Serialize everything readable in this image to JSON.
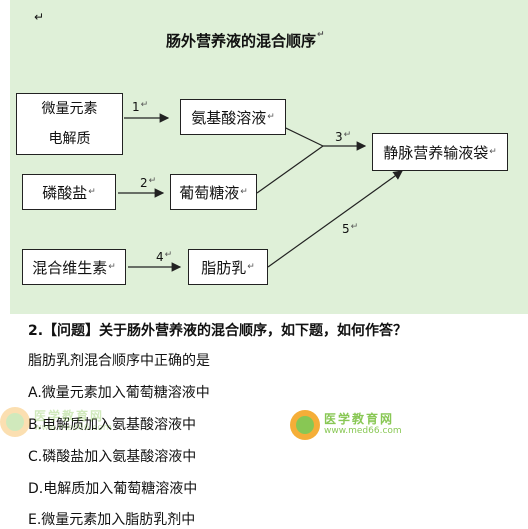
{
  "diagram": {
    "title": "肠外营养液的混合顺序",
    "return_mark": "↵",
    "boxes": {
      "trace_elements": "微量元素",
      "electrolytes": "电解质",
      "amino_acid": "氨基酸溶液",
      "phosphate": "磷酸盐",
      "glucose": "葡萄糖液",
      "multivitamin": "混合维生素",
      "fat_emulsion": "脂肪乳",
      "iv_bag": "静脉营养输液袋"
    },
    "steps": [
      "1",
      "2",
      "3",
      "4",
      "5"
    ]
  },
  "question": {
    "heading": "2.【问题】关于肠外营养液的混合顺序，如下题，如何作答？",
    "stem": "脂肪乳剂混合顺序中正确的是",
    "options": [
      "A.微量元素加入葡萄糖溶液中",
      "B.电解质加入氨基酸溶液中",
      "C.磷酸盐加入氨基酸溶液中",
      "D.电解质加入葡萄糖溶液中",
      "E.微量元素加入脂肪乳剂中"
    ]
  },
  "watermark": {
    "name": "医学教育网",
    "url": "www.med66.com"
  }
}
